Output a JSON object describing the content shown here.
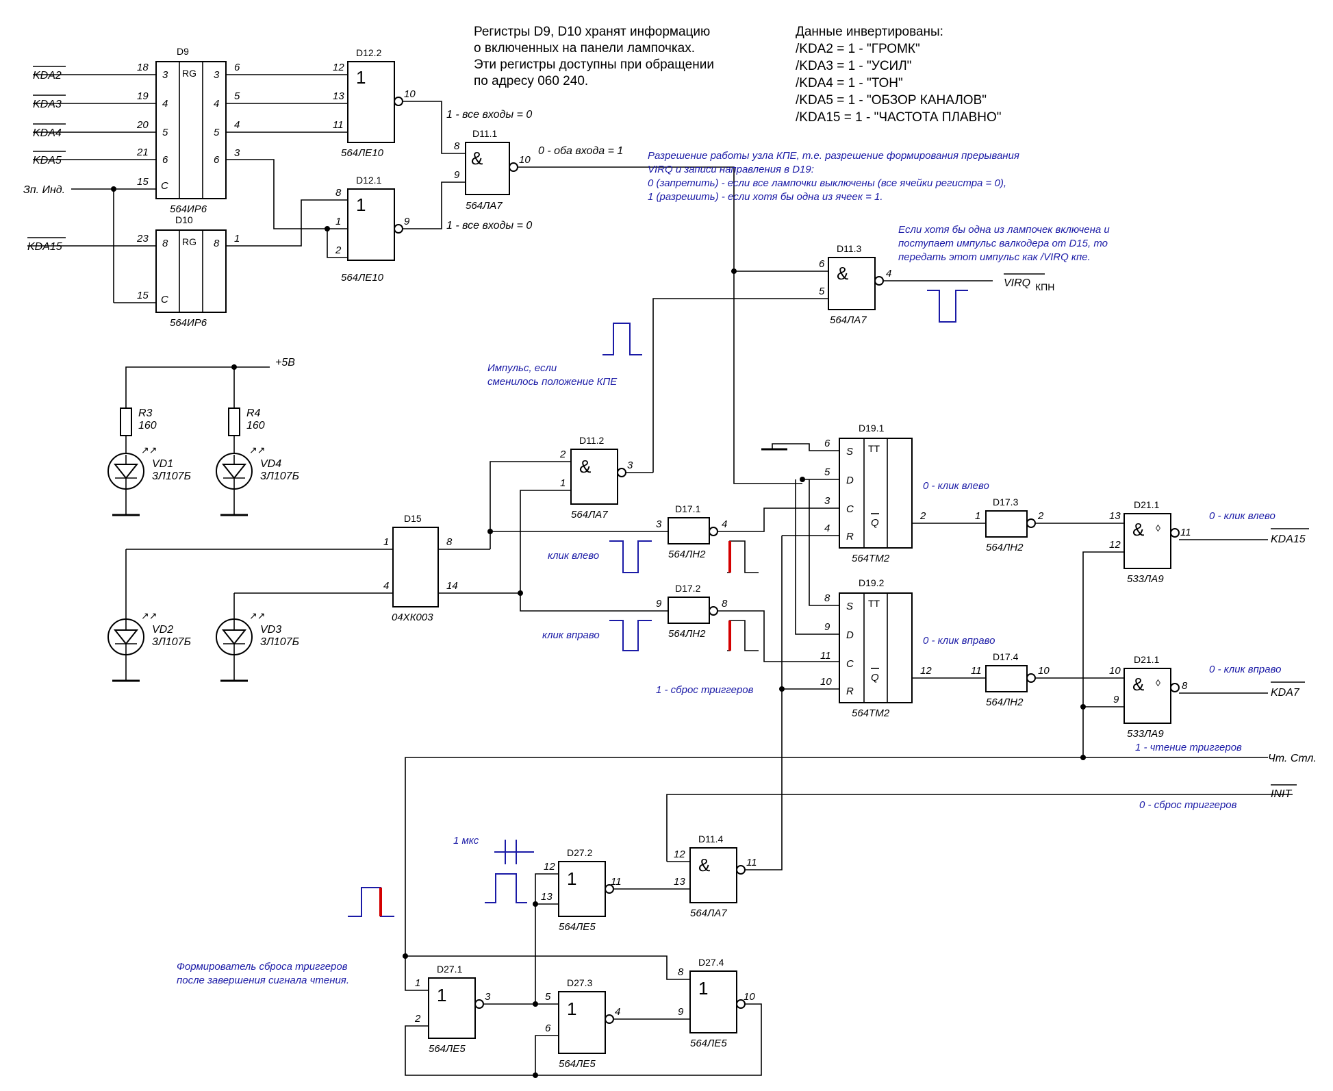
{
  "header": {
    "registers_note": [
      "Регистры D9, D10 хранят информацию",
      "о включенных на панели лампочках.",
      "Эти регистры доступны при обращении",
      "по адресу 060 240."
    ],
    "inverted_title": "Данные инвертированы:",
    "inverted_list": [
      "/KDA2   = 1 - \"ГРОМК\"",
      "/KDA3   = 1 - \"УСИЛ\"",
      "/KDA4   = 1 - \"ТОН\"",
      "/KDA5   = 1 - \"ОБЗОР КАНАЛОВ\"",
      "/KDA15 = 1 - \"ЧАСТОТА ПЛАВНО\""
    ]
  },
  "signals": {
    "kda2": "KDA2",
    "kda3": "KDA3",
    "kda4": "KDA4",
    "kda5": "KDA5",
    "kda15_in": "KDA15",
    "zp_ind": "Зп. Инд.",
    "vcc": "+5В",
    "virq": "VIRQ",
    "virq_sub": "КПН",
    "kda15_out": "KDA15",
    "kda7_out": "KDA7",
    "cht_stl": "Чт. Стл.",
    "init": "INIT"
  },
  "chips": {
    "d9": {
      "ref": "D9",
      "type": "564ИР6",
      "label": "RG"
    },
    "d10": {
      "ref": "D10",
      "type": "564ИР6",
      "label": "RG"
    },
    "d12_2": {
      "ref": "D12.2",
      "type": "564ЛЕ10",
      "sym": "1"
    },
    "d12_1": {
      "ref": "D12.1",
      "type": "564ЛЕ10",
      "sym": "1"
    },
    "d11_1": {
      "ref": "D11.1",
      "type": "564ЛА7",
      "sym": "&"
    },
    "d11_3": {
      "ref": "D11.3",
      "type": "564ЛА7",
      "sym": "&"
    },
    "d11_2": {
      "ref": "D11.2",
      "type": "564ЛА7",
      "sym": "&"
    },
    "d11_4": {
      "ref": "D11.4",
      "type": "564ЛА7",
      "sym": "&"
    },
    "d15": {
      "ref": "D15",
      "type": "04ХК003"
    },
    "d17_1": {
      "ref": "D17.1",
      "type": "564ЛН2"
    },
    "d17_2": {
      "ref": "D17.2",
      "type": "564ЛН2"
    },
    "d17_3": {
      "ref": "D17.3",
      "type": "564ЛН2"
    },
    "d17_4": {
      "ref": "D17.4",
      "type": "564ЛН2"
    },
    "d19_1": {
      "ref": "D19.1",
      "type": "564ТМ2",
      "label": "TT"
    },
    "d19_2": {
      "ref": "D19.2",
      "type": "564ТМ2",
      "label": "TT"
    },
    "d21_1a": {
      "ref": "D21.1",
      "type": "533ЛА9",
      "sym": "&"
    },
    "d21_1b": {
      "ref": "D21.1",
      "type": "533ЛА9",
      "sym": "&"
    },
    "d27_1": {
      "ref": "D27.1",
      "type": "564ЛЕ5",
      "sym": "1"
    },
    "d27_2": {
      "ref": "D27.2",
      "type": "564ЛЕ5",
      "sym": "1"
    },
    "d27_3": {
      "ref": "D27.3",
      "type": "564ЛЕ5",
      "sym": "1"
    },
    "d27_4": {
      "ref": "D27.4",
      "type": "564ЛЕ5",
      "sym": "1"
    }
  },
  "parts": {
    "r3": {
      "ref": "R3",
      "val": "160"
    },
    "r4": {
      "ref": "R4",
      "val": "160"
    },
    "vd1": {
      "ref": "VD1",
      "type": "3Л107Б"
    },
    "vd4": {
      "ref": "VD4",
      "type": "3Л107Б"
    },
    "vd2": {
      "ref": "VD2",
      "type": "3Л107Б"
    },
    "vd3": {
      "ref": "VD3",
      "type": "3Л107Б"
    }
  },
  "notes": {
    "all_zero_a": "1 - все входы = 0",
    "all_zero_b": "1 - все входы = 0",
    "both_one": "0 - оба входа = 1",
    "enable_kpe": [
      "Разрешение работы узла КПЕ, т.е. разрешение формирования прерывания",
      "VIRQ и записи направления в D19:",
      "0 (запретить) - если все лампочки выключены (все ячейки регистра = 0),",
      "1 (разрешить) - если хотя бы одна из ячеек = 1."
    ],
    "virq_note": [
      "Если хотя бы одна из лампочек включена и",
      "поступает импульс валкодера от D15, то",
      "передать этот импульс как /VIRQ кпе."
    ],
    "pulse_note": [
      "Импульс, если",
      "сменилось положение КПЕ"
    ],
    "click_left": "клик влево",
    "click_right": "клик вправо",
    "q_left": "0 - клик влево",
    "q_right": "0 - клик вправо",
    "out_left": "0 - клик влево",
    "out_right": "0 - клик вправо",
    "reset_trig": "1 - сброс триггеров",
    "read_trig": "1 - чтение триггеров",
    "init_reset": "0 - сброс триггеров",
    "one_us": "1 мкс",
    "former": [
      "Формирователь сброса триггеров",
      "после завершения сигнала чтения."
    ]
  }
}
